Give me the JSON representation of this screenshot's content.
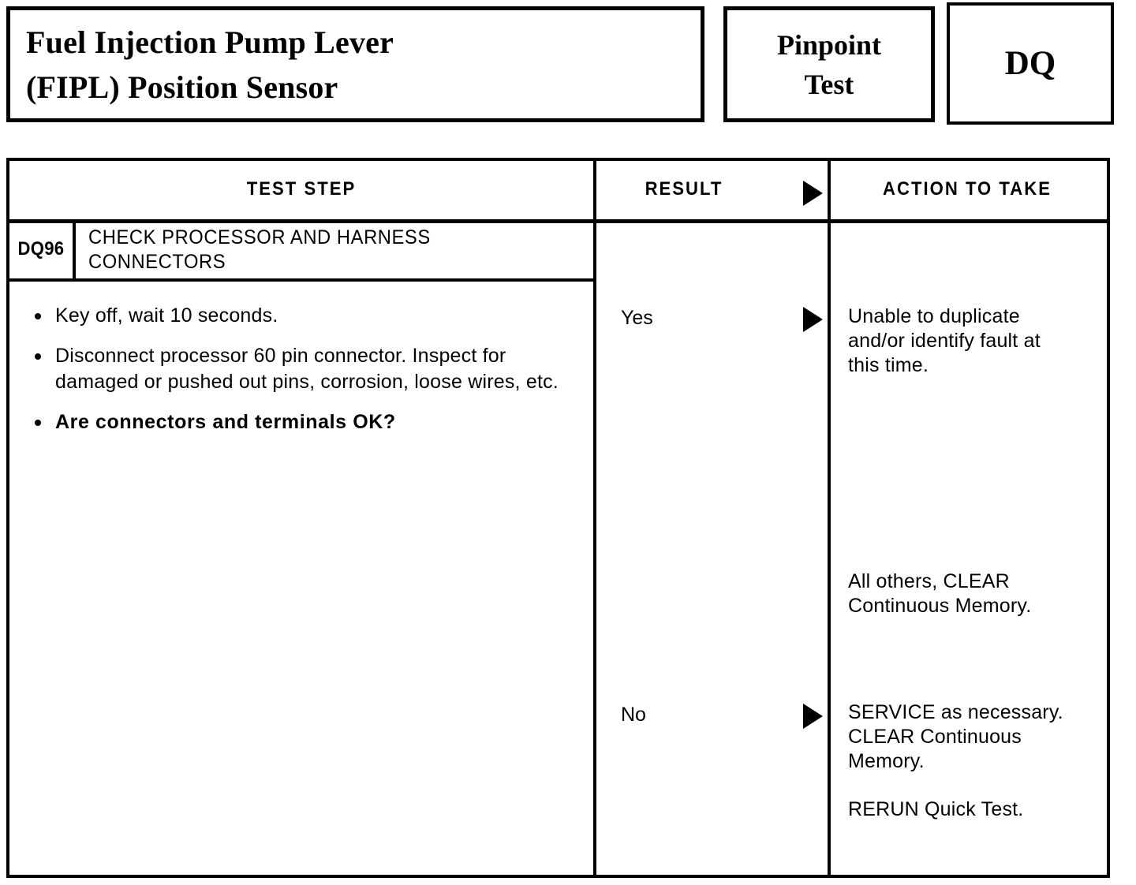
{
  "header": {
    "title": "Fuel Injection Pump Lever\n(FIPL) Position Sensor",
    "pinpoint_line1": "Pinpoint",
    "pinpoint_line2": "Test",
    "code": "DQ"
  },
  "table": {
    "columns": {
      "test_step": "TEST STEP",
      "result": "RESULT",
      "action": "ACTION TO TAKE"
    },
    "step": {
      "id": "DQ96",
      "title": "CHECK PROCESSOR AND HARNESS\nCONNECTORS",
      "bullets": [
        {
          "text": "Key off, wait 10 seconds.",
          "bold": false
        },
        {
          "text": "Disconnect processor 60 pin connector. Inspect for damaged or pushed out pins, corrosion, loose wires, etc.",
          "bold": false
        },
        {
          "text": "Are connectors and terminals OK?",
          "bold": true
        }
      ]
    },
    "results": [
      {
        "label": "Yes"
      },
      {
        "label": "No"
      }
    ],
    "actions": [
      {
        "text": "Unable to duplicate\nand/or identify fault at\nthis time."
      },
      {
        "text": "All others, CLEAR\nContinuous Memory."
      },
      {
        "text": "SERVICE as necessary.\nCLEAR Continuous\nMemory."
      },
      {
        "text": "RERUN Quick Test."
      }
    ]
  },
  "colors": {
    "ink": "#000000",
    "paper": "#ffffff"
  }
}
